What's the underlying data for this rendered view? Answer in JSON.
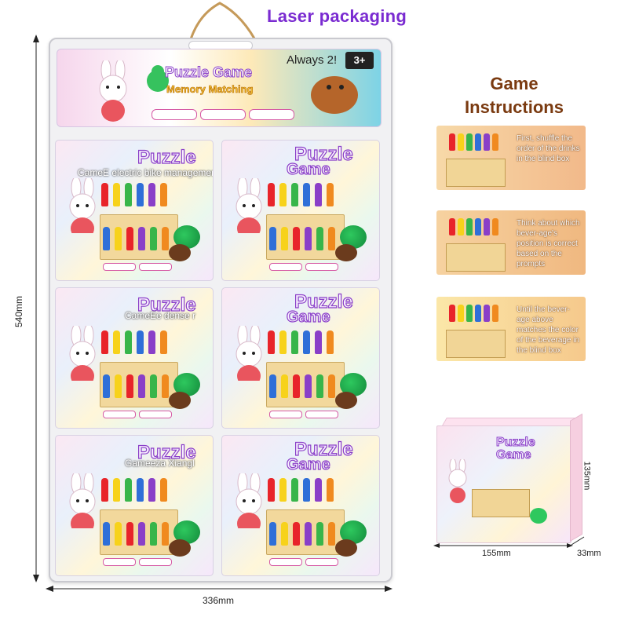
{
  "title": "Laser packaging",
  "header": {
    "title": "Puzzle Game",
    "subtitle": "Memory Matching",
    "tagline": "Always 2!",
    "age_badge": "3+"
  },
  "cards": [
    {
      "title_line1": "Puzzle",
      "title_line2": "",
      "overlay": "CameE electric bike management"
    },
    {
      "title_line1": "Puzzle",
      "title_line2": "Game",
      "overlay": ""
    },
    {
      "title_line1": "Puzzle",
      "title_line2": "",
      "overlay": "CameEe dense r"
    },
    {
      "title_line1": "Puzzle",
      "title_line2": "Game",
      "overlay": ""
    },
    {
      "title_line1": "Puzzle",
      "title_line2": "",
      "overlay": "Gameeza Xiangl"
    },
    {
      "title_line1": "Puzzle",
      "title_line2": "Game",
      "overlay": ""
    }
  ],
  "dimensions": {
    "board_height": "540mm",
    "board_width": "336mm",
    "box_height": "135mm",
    "box_width": "155mm",
    "box_depth": "33mm"
  },
  "instructions": {
    "heading_line1": "Game",
    "heading_line2": "Instructions",
    "steps": [
      "First, shuffle the order of the drinks in the blind box",
      "Think about which bever-age's position is correct based on the prompts",
      "Until the bever-age above matches the color of the beverage in the blind box"
    ]
  },
  "box": {
    "title_line1": "Puzzle",
    "title_line2": "Game"
  },
  "colors": {
    "title": "#7a2bd1",
    "instructions_heading": "#7a3a10",
    "bottles": [
      "#e8242a",
      "#f7d21b",
      "#38b54a",
      "#2f6fd8",
      "#8a3fc8",
      "#f08a1f"
    ]
  }
}
